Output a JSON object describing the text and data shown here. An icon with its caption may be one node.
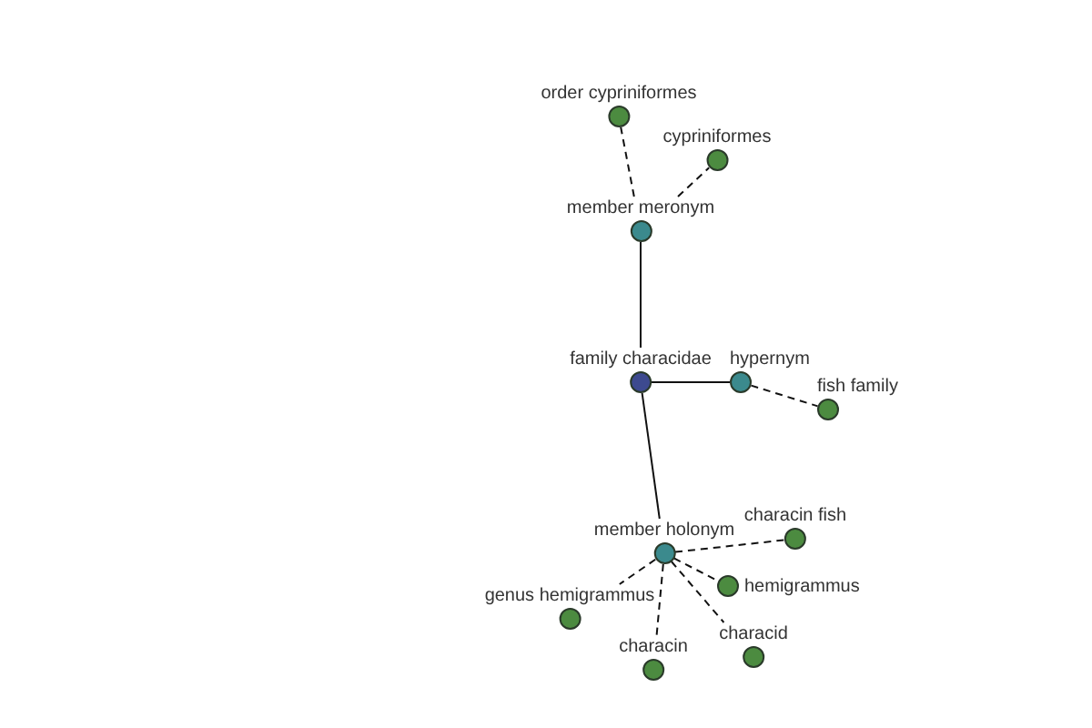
{
  "diagram": {
    "nodes": [
      {
        "text": [
          "order cypriniformes"
        ]
      },
      {
        "text": [
          "cypriniformes"
        ]
      },
      {
        "text": [
          "member meronym"
        ]
      },
      {
        "text": [
          "family characidae"
        ]
      },
      {
        "text": [
          "hypernym"
        ]
      },
      {
        "text": [
          "fish family"
        ]
      },
      {
        "text": [
          "member holonym"
        ]
      },
      {
        "text": [
          "characin fish"
        ]
      },
      {
        "text": [
          "hemigrammus"
        ]
      },
      {
        "text": [
          "genus hemigrammus"
        ]
      },
      {
        "text": [
          "characid"
        ]
      },
      {
        "text": [
          "characin"
        ]
      }
    ],
    "edges": [
      {
        "from": 2,
        "to": 0,
        "arrow": "none",
        "style": "dashed"
      },
      {
        "from": 2,
        "to": 1,
        "arrow": "none",
        "style": "dashed"
      },
      {
        "from": 3,
        "to": 2,
        "arrow": "none"
      },
      {
        "from": 3,
        "to": 4,
        "arrow": "none"
      },
      {
        "from": 4,
        "to": 5,
        "arrow": "none",
        "style": "dashed"
      },
      {
        "from": 3,
        "to": 6,
        "arrow": "none"
      },
      {
        "from": 6,
        "to": 7,
        "arrow": "none",
        "style": "dashed"
      },
      {
        "from": 6,
        "to": 8,
        "arrow": "none",
        "style": "dashed"
      },
      {
        "from": 6,
        "to": 9,
        "arrow": "none",
        "style": "dashed"
      },
      {
        "from": 6,
        "to": 10,
        "arrow": "none",
        "style": "dashed"
      },
      {
        "from": 6,
        "to": 11,
        "arrow": "none",
        "style": "dashed"
      }
    ]
  }
}
